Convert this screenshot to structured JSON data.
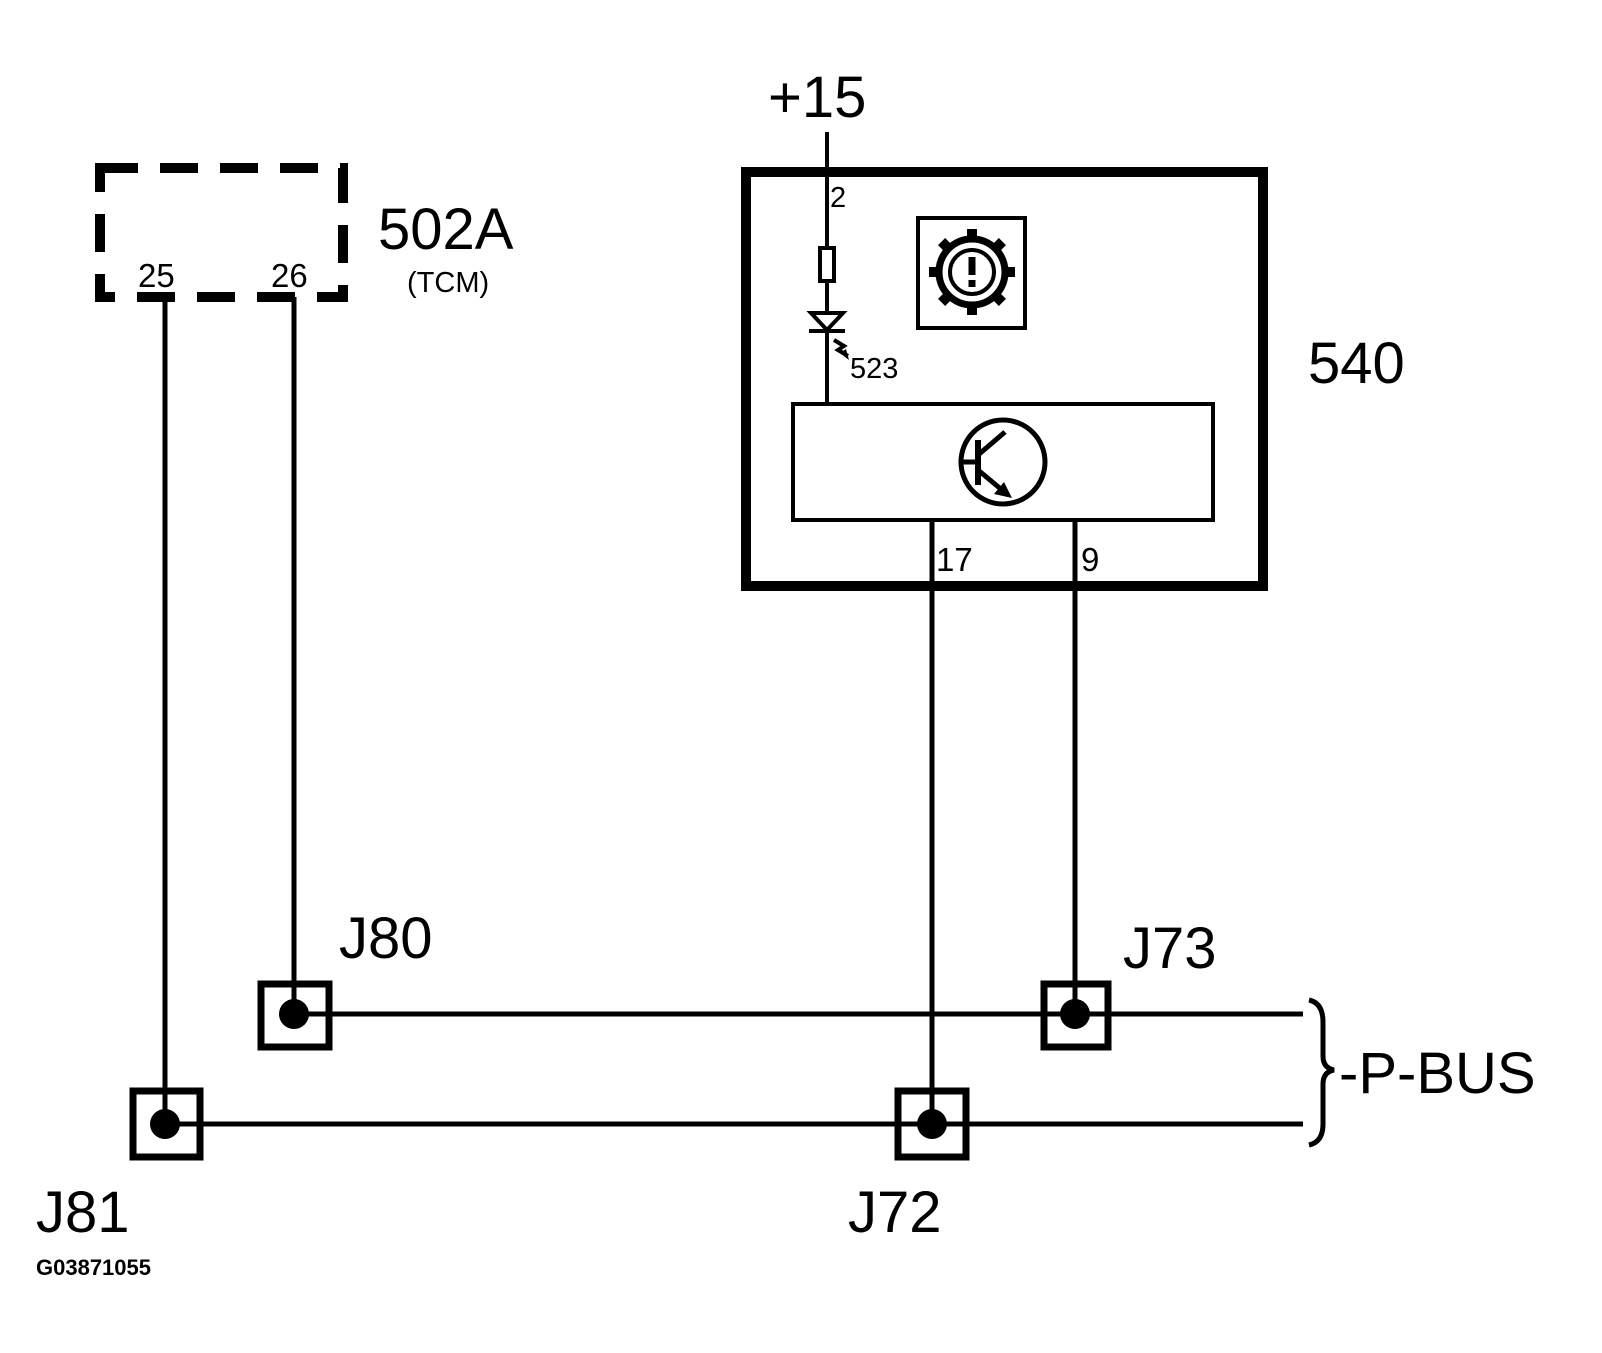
{
  "tcm": {
    "label": "502A",
    "sublabel": "(TCM)",
    "pin_left": "25",
    "pin_right": "26"
  },
  "supply": {
    "label": "+15"
  },
  "module_540": {
    "label": "540",
    "pin_supply": "2",
    "led_label": "523",
    "pin_left": "17",
    "pin_right": "9",
    "warning_icon": "gear-warning-icon",
    "transistor_icon": "transistor-icon"
  },
  "junctions": {
    "j80": "J80",
    "j73": "J73",
    "j81": "J81",
    "j72": "J72"
  },
  "bus": {
    "label": "-P-BUS"
  },
  "figure_id": "G03871055"
}
